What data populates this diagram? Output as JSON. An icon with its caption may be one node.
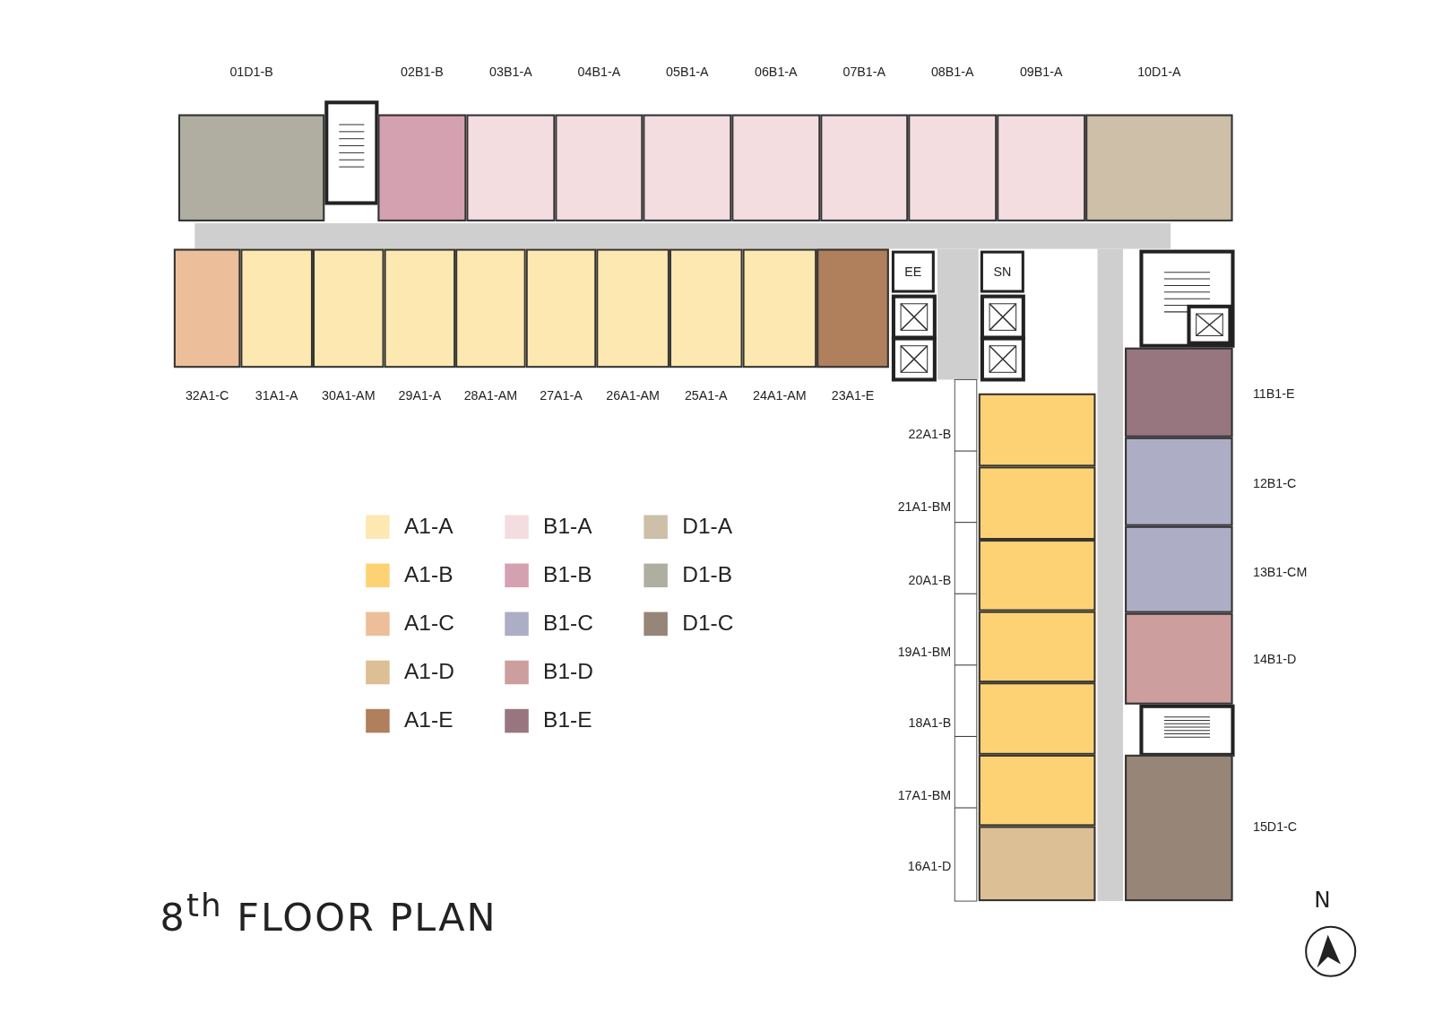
{
  "diagram": {
    "title": "8$^{th}$ FLOOR PLAN",
    "nodes": [
      {
        "text": [
          "01D1-B"
        ]
      },
      {
        "text": [
          "02B1-B"
        ]
      },
      {
        "text": [
          "03B1-A"
        ]
      },
      {
        "text": [
          "04B1-A"
        ]
      },
      {
        "text": [
          "05B1-A"
        ]
      },
      {
        "text": [
          "06B1-A"
        ]
      },
      {
        "text": [
          "07B1-A"
        ]
      },
      {
        "text": [
          "08B1-A"
        ]
      },
      {
        "text": [
          "09B1-A"
        ]
      },
      {
        "text": [
          "10D1-A"
        ]
      },
      {
        "text": [
          "32A1-C"
        ]
      },
      {
        "text": [
          "31A1-A"
        ]
      },
      {
        "text": [
          "30A1-AM"
        ]
      },
      {
        "text": [
          "29A1-A"
        ]
      },
      {
        "text": [
          "28A1-AM"
        ]
      },
      {
        "text": [
          "27A1-A"
        ]
      },
      {
        "text": [
          "26A1-AM"
        ]
      },
      {
        "text": [
          "25A1-A"
        ]
      },
      {
        "text": [
          "24A1-AM"
        ]
      },
      {
        "text": [
          "23A1-E"
        ]
      },
      {
        "text": [
          "EE"
        ]
      },
      {
        "text": [
          "SN"
        ]
      },
      {
        "text": [
          "22A1-B"
        ]
      },
      {
        "text": [
          "21A1-BM"
        ]
      },
      {
        "text": [
          "20A1-B"
        ]
      },
      {
        "text": [
          "19A1-BM"
        ]
      },
      {
        "text": [
          "18A1-B"
        ]
      },
      {
        "text": [
          "17A1-BM"
        ]
      },
      {
        "text": [
          "16A1-D"
        ]
      },
      {
        "text": [
          "11B1-E"
        ]
      },
      {
        "text": [
          "12B1-C"
        ]
      },
      {
        "text": [
          "13B1-CM"
        ]
      },
      {
        "text": [
          "14B1-D"
        ]
      },
      {
        "text": [
          "15D1-C"
        ]
      }
    ],
    "edges": [],
    "labels": [
      "N"
    ],
    "legend": [
      {
        "text": "A1-A",
        "color": "#fde8b2"
      },
      {
        "text": "B1-A",
        "color": "#f3dde0"
      },
      {
        "text": "D1-A",
        "color": "#cdbfa8"
      },
      {
        "text": "A1-B",
        "color": "#fdd274"
      },
      {
        "text": "B1-B",
        "color": "#d4a1b0"
      },
      {
        "text": "D1-B",
        "color": "#b0aea0"
      },
      {
        "text": "A1-C",
        "color": "#ecbf9a"
      },
      {
        "text": "B1-C",
        "color": "#adadc6"
      },
      {
        "text": "D1-C",
        "color": "#978578"
      },
      {
        "text": "A1-D",
        "color": "#dcbf94"
      },
      {
        "text": "B1-D",
        "color": "#cc9e9e"
      },
      {
        "text": "A1-E",
        "color": "#b07f5b"
      },
      {
        "text": "B1-E",
        "color": "#977680"
      }
    ]
  }
}
